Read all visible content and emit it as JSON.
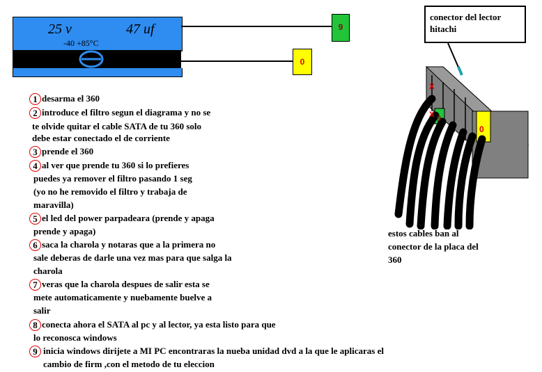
{
  "capacitor": {
    "voltage": "25 v",
    "capacitance": "47 uf",
    "temp_range": "-40 +85°C"
  },
  "labels": {
    "green_pin": "9",
    "yellow_pin": "0",
    "connector_x1": "x",
    "connector_x2": "x",
    "connector_green": "9",
    "connector_yellow": "0"
  },
  "connector_label": {
    "line1": "conector del lector",
    "line2": "hitachi"
  },
  "cables_text": {
    "line1": "estos cables ban al",
    "line2": "conector de la placa del",
    "line3": "360"
  },
  "steps": [
    {
      "num": "1",
      "lines": [
        "desarma el 360"
      ]
    },
    {
      "num": "2",
      "lines": [
        "introduce el filtro segun el diagrama y no se",
        "te olvide quitar el cable SATA de tu 360 solo",
        "debe estar conectado el de corriente"
      ]
    },
    {
      "num": "3",
      "lines": [
        "prende el 360"
      ]
    },
    {
      "num": "4",
      "lines": [
        "al ver que prende tu 360 si lo prefieres",
        "puedes ya remover el filtro pasando 1 seg",
        "(yo no he removido el filtro y trabaja de",
        "maravilla)"
      ]
    },
    {
      "num": "5",
      "lines": [
        "el led del power parpadeara (prende y apaga",
        "prende y apaga)"
      ]
    },
    {
      "num": "6",
      "lines": [
        "saca la charola y notaras que a la primera no",
        "sale deberas de darle una vez mas para que salga la",
        "charola"
      ]
    },
    {
      "num": "7",
      "lines": [
        "veras que la charola despues de salir esta se",
        "mete automaticamente y nuebamente buelve a",
        "salir"
      ]
    },
    {
      "num": "8",
      "lines": [
        "conecta ahora el SATA al pc y al lector, ya esta listo para que",
        "lo reconosca windows"
      ]
    },
    {
      "num": "9",
      "lines": [
        "inicia windows dirijete a MI PC encontraras la nueba unidad dvd a la que le aplicaras el",
        "cambio de firm ,con el metodo de tu eleccion"
      ]
    }
  ],
  "colors": {
    "capacitor_blue": "#2f8cf0",
    "pin_green": "#22c43a",
    "pin_yellow": "#ffff00",
    "circle_red": "#e00000",
    "connector_gray": "#808080"
  }
}
